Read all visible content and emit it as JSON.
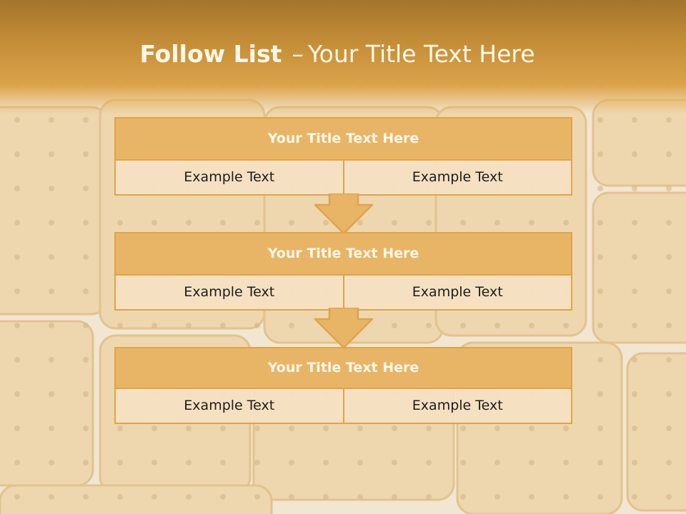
{
  "slide": {
    "title_bold": "Follow List",
    "title_sep": "–",
    "title_rest": "Your Title Text Here"
  },
  "stages": [
    {
      "title": "Your Title Text Here",
      "left": "Example Text",
      "right": "Example Text"
    },
    {
      "title": "Your Title Text Here",
      "left": "Example Text",
      "right": "Example Text"
    },
    {
      "title": "Your Title Text Here",
      "left": "Example Text",
      "right": "Example Text"
    }
  ],
  "colors": {
    "accent": "#e0a34b",
    "title_fill": "#e8b566",
    "cell_fill": "#f6e1c4",
    "header": "#c48e38"
  }
}
